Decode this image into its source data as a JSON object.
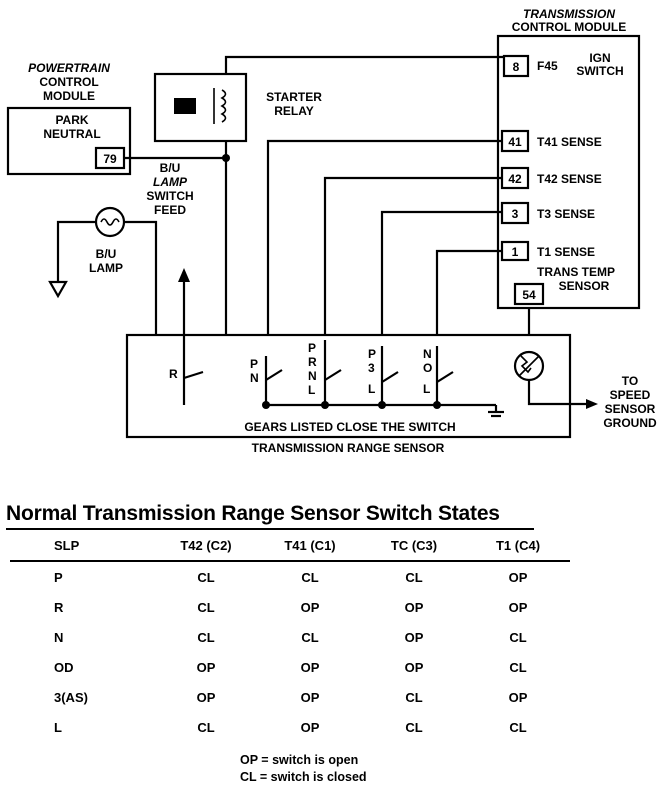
{
  "diagram": {
    "tcm_title_1": "TRANSMISSION",
    "tcm_title_2": "CONTROL MODULE",
    "pcm_title_1": "POWERTRAIN",
    "pcm_title_2": "CONTROL",
    "pcm_title_3": "MODULE",
    "park_neutral_1": "PARK",
    "park_neutral_2": "NEUTRAL",
    "pin_pcm": "79",
    "starter_relay_1": "STARTER",
    "starter_relay_2": "RELAY",
    "bu_lamp_feed_1": "B/U",
    "bu_lamp_feed_2": "LAMP",
    "bu_lamp_feed_3": "SWITCH",
    "bu_lamp_feed_4": "FEED",
    "bu_lamp_1": "B/U",
    "bu_lamp_2": "LAMP",
    "pin_8": "8",
    "f45": "F45",
    "ign_1": "IGN",
    "ign_2": "SWITCH",
    "pin_41": "41",
    "t41": "T41 SENSE",
    "pin_42": "42",
    "t42": "T42 SENSE",
    "pin_3": "3",
    "t3": "T3 SENSE",
    "pin_1": "1",
    "t1": "T1 SENSE",
    "trans_temp_1": "TRANS TEMP",
    "trans_temp_2": "SENSOR",
    "pin_54": "54",
    "sw_r": "R",
    "sw_p1": "P",
    "sw_n1": "N",
    "sw_p2": "P",
    "sw_r2": "R",
    "sw_n2": "N",
    "sw_l2": "L",
    "sw_3": "3",
    "sw_l3": "L",
    "sw_n4": "N",
    "sw_o4": "O",
    "sw_l4": "L",
    "gears_note": "GEARS LISTED CLOSE THE SWITCH",
    "trs_label": "TRANSMISSION RANGE SENSOR",
    "to_1": "TO",
    "to_2": "SPEED",
    "to_3": "SENSOR",
    "to_4": "GROUND"
  },
  "table": {
    "title": "Normal Transmission Range Sensor Switch States",
    "headers": [
      "SLP",
      "T42 (C2)",
      "T41 (C1)",
      "TC (C3)",
      "T1 (C4)"
    ],
    "rows": [
      [
        "P",
        "CL",
        "CL",
        "CL",
        "OP"
      ],
      [
        "R",
        "CL",
        "OP",
        "OP",
        "OP"
      ],
      [
        "N",
        "CL",
        "CL",
        "OP",
        "CL"
      ],
      [
        "OD",
        "OP",
        "OP",
        "OP",
        "CL"
      ],
      [
        "3(AS)",
        "OP",
        "OP",
        "CL",
        "OP"
      ],
      [
        "L",
        "CL",
        "OP",
        "CL",
        "CL"
      ]
    ]
  },
  "legend": {
    "op": "OP = switch is open",
    "cl": "CL = switch is closed"
  }
}
